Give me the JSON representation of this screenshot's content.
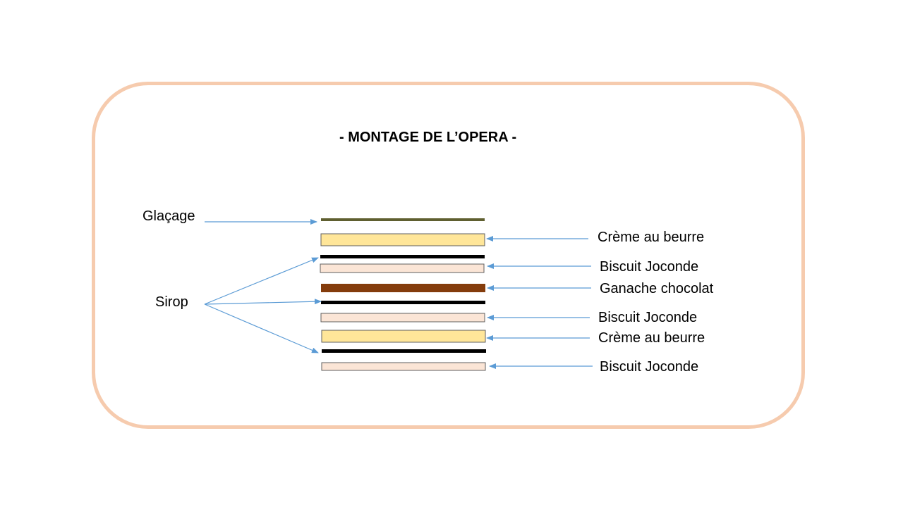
{
  "title": "- MONTAGE DE L’OPERA -",
  "labels": {
    "glacage": "Glaçage",
    "sirop": "Sirop",
    "creme_1": "Crème au beurre",
    "biscuit_1": "Biscuit Joconde",
    "ganache": "Ganache chocolat",
    "biscuit_2": "Biscuit Joconde",
    "creme_2": "Crème au beurre",
    "biscuit_3": "Biscuit Joconde"
  },
  "colors": {
    "frame": "#F6CBAE",
    "arrow": "#5B9BD5",
    "glacage": "#5F5F30",
    "creme": "#FFE699",
    "biscuit": "#FBE5D6",
    "ganache": "#843C0C",
    "sirop": "#000000"
  }
}
